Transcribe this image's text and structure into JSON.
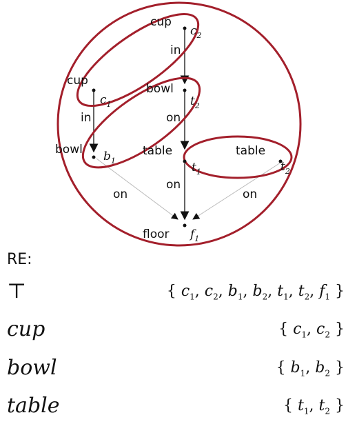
{
  "nodes": [
    {
      "id": "c2",
      "label": "cup",
      "var": "c",
      "sub": "2"
    },
    {
      "id": "c1",
      "label": "cup",
      "var": "c",
      "sub": "1"
    },
    {
      "id": "t2v",
      "label": "bowl",
      "var": "t",
      "sub": "2"
    },
    {
      "id": "b1",
      "label": "bowl",
      "var": "b",
      "sub": "1"
    },
    {
      "id": "t1",
      "label": "table",
      "var": "t",
      "sub": "1"
    },
    {
      "id": "t2",
      "label": "table",
      "var": "t",
      "sub": "2"
    },
    {
      "id": "f1",
      "label": "floor",
      "var": "f",
      "sub": "1"
    }
  ],
  "edges": [
    {
      "from": "c2",
      "to": "t2v",
      "label": "in"
    },
    {
      "from": "c1",
      "to": "b1",
      "label": "in"
    },
    {
      "from": "t2v",
      "to": "t1",
      "label": "on"
    },
    {
      "from": "t1",
      "to": "f1",
      "label": "on"
    },
    {
      "from": "b1",
      "to": "f1",
      "label": "on"
    },
    {
      "from": "t2",
      "to": "f1",
      "label": "on"
    }
  ],
  "colors": {
    "outline": "#a31f2b",
    "edge": "#111111",
    "faint_edge": "#999999"
  },
  "re": {
    "heading": "RE:",
    "rows": [
      {
        "term": "⊤",
        "set": [
          [
            "c",
            "1"
          ],
          [
            "c",
            "2"
          ],
          [
            "b",
            "1"
          ],
          [
            "b",
            "2"
          ],
          [
            "t",
            "1"
          ],
          [
            "t",
            "2"
          ],
          [
            "f",
            "1"
          ]
        ]
      },
      {
        "term": "cup",
        "set": [
          [
            "c",
            "1"
          ],
          [
            "c",
            "2"
          ]
        ]
      },
      {
        "term": "bowl",
        "set": [
          [
            "b",
            "1"
          ],
          [
            "b",
            "2"
          ]
        ]
      },
      {
        "term": "table",
        "set": [
          [
            "t",
            "1"
          ],
          [
            "t",
            "2"
          ]
        ]
      }
    ]
  }
}
